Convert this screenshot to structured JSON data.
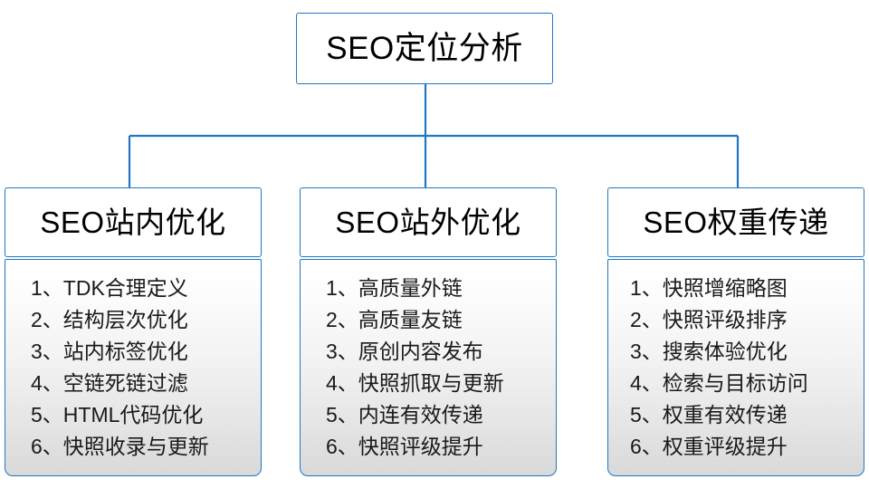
{
  "diagram": {
    "type": "org-chart",
    "title": "SEO定位分析",
    "accent_color": "#1f77c4",
    "text_color": "#000000",
    "background_color": "#ffffff",
    "root": {
      "label": "SEO定位分析"
    },
    "branches": [
      {
        "id": "onsite",
        "header": "SEO站内优化",
        "items": [
          "1、TDK合理定义",
          "2、结构层次优化",
          "3、站内标签优化",
          "4、空链死链过滤",
          "5、HTML代码优化",
          "6、快照收录与更新"
        ]
      },
      {
        "id": "offsite",
        "header": "SEO站外优化",
        "items": [
          "1、高质量外链",
          "2、高质量友链",
          "3、原创内容发布",
          "4、快照抓取与更新",
          "5、内连有效传递",
          "6、快照评级提升"
        ]
      },
      {
        "id": "weight",
        "header": "SEO权重传递",
        "items": [
          "1、快照增缩略图",
          "2、快照评级排序",
          "3、搜索体验优化",
          "4、检索与目标访问",
          "5、权重有效传递",
          "6、权重评级提升"
        ]
      }
    ]
  }
}
